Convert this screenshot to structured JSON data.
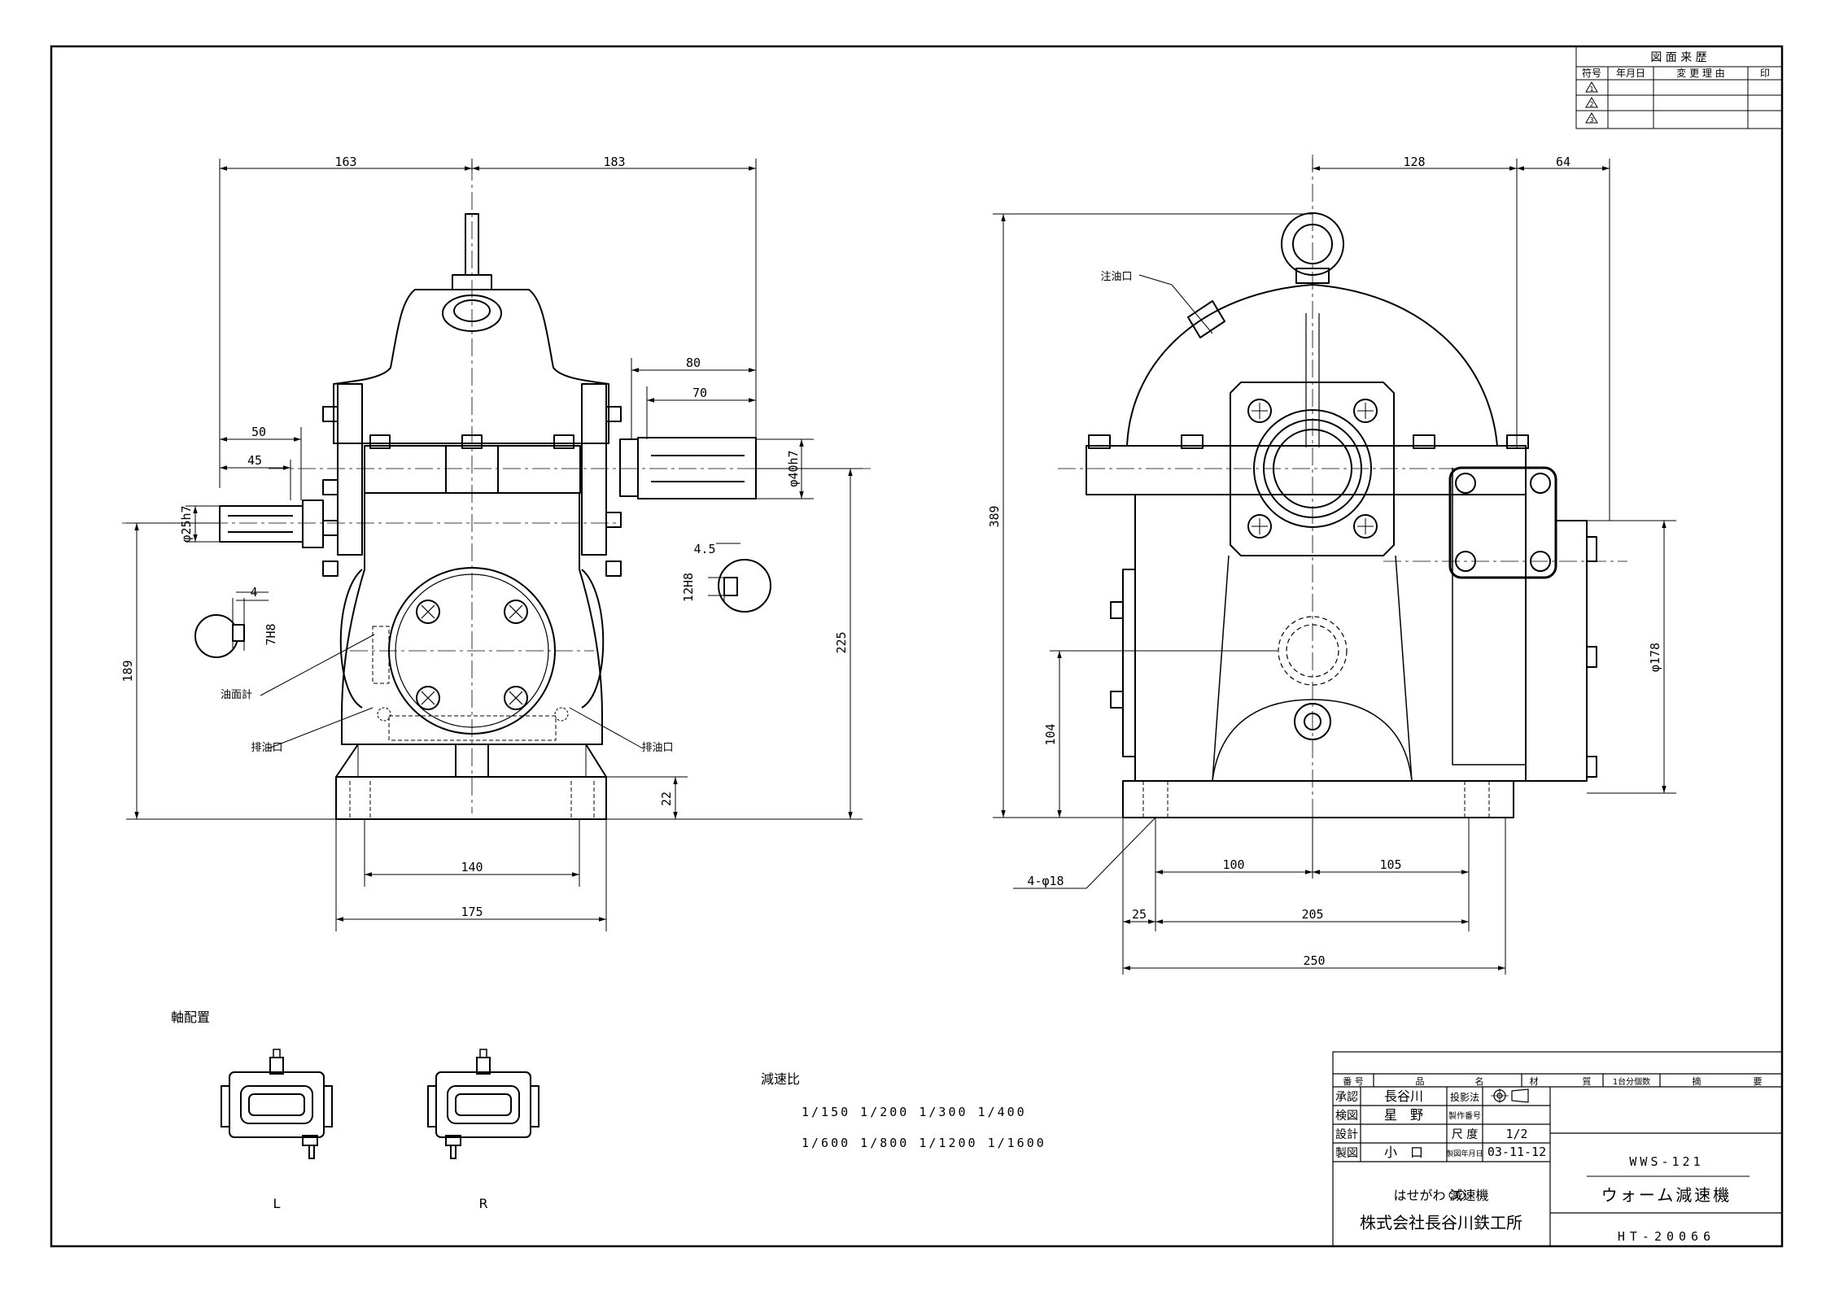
{
  "revision_block": {
    "title": "図 面 来 歴",
    "headers": [
      "符号",
      "年月日",
      "変 更 理 由",
      "印"
    ],
    "symbols": [
      "1",
      "2",
      "3"
    ]
  },
  "front_view": {
    "dims": {
      "left_span": "163",
      "right_span": "183",
      "right_shaft_outer": "80",
      "right_shaft_inner": "70",
      "left_shaft_outer": "50",
      "left_shaft_inner": "45",
      "input_shaft_dia": "φ25h7",
      "output_shaft_dia": "φ40h7",
      "input_key_width": "4",
      "input_key_depth": "7H8",
      "output_key_width": "4.5",
      "output_key_depth": "12H8",
      "left_height": "189",
      "right_height": "225",
      "base_height": "22",
      "base_inner": "140",
      "base_outer": "175"
    },
    "labels": {
      "oil_gauge": "油面計",
      "drain_left": "排油口",
      "drain_right": "排油口"
    }
  },
  "side_view": {
    "dims": {
      "top_left": "128",
      "top_right": "64",
      "total_height": "389",
      "base_to_shaft": "104",
      "cover_dia": "φ178",
      "bolt_holes": "4-φ18",
      "base_left": "100",
      "base_right": "105",
      "edge": "25",
      "hole_span": "205",
      "overall": "250"
    },
    "labels": {
      "oil_inlet": "注油口"
    }
  },
  "shaft_arrangement": {
    "title": "軸配置",
    "left": "L",
    "right": "R"
  },
  "reduction": {
    "title": "減速比",
    "line1": "1/150 1/200 1/300 1/400",
    "line2": "1/600 1/800 1/1200 1/1600"
  },
  "title_block": {
    "headers": [
      "番 号",
      "品",
      "名",
      "材",
      "質",
      "1台分個数",
      "摘",
      "要"
    ],
    "approve_label": "承認",
    "approve_name": "長谷川",
    "check_label": "検図",
    "check_name": "星　野",
    "design_label": "設計",
    "design_name": "",
    "draw_label": "製図",
    "draw_name": "小　口",
    "projection_label": "投影法",
    "serial_label": "製作番号",
    "scale_label": "尺 度",
    "scale_value": "1/2",
    "date_label": "製図年月日",
    "date_value": "03-11-12",
    "model": "WWS-121",
    "product": "ウォーム減速機",
    "brand": "はせがわ   減速機",
    "company": "株式会社長谷川鉄工所",
    "drawing_no": "HT-20066"
  }
}
